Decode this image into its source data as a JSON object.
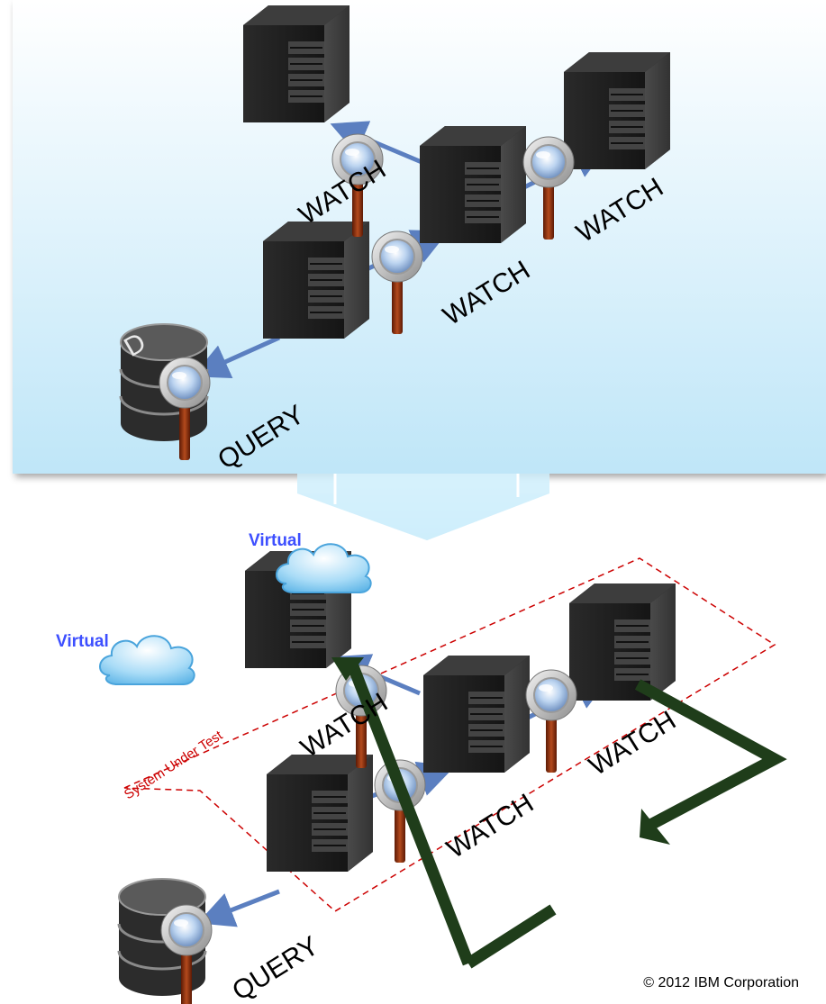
{
  "top_panel": {
    "watch_labels": [
      "WATCH",
      "WATCH",
      "WATCH"
    ],
    "query_label": "QUERY",
    "db_letter": "D"
  },
  "bottom_panel": {
    "virtual_label_server": "Virtual",
    "virtual_label_db": "Virtual",
    "system_under_test_label": "System Under Test",
    "watch_labels": [
      "WATCH",
      "WATCH",
      "WATCH"
    ],
    "query_label": "QUERY"
  },
  "footer": {
    "copyright": "© 2012 IBM Corporation"
  },
  "colors": {
    "panel_top": "#ffffff",
    "panel_bottom": "#bfe6f8",
    "server_dark": "#1c1c1c",
    "arrow_blue": "#5b7fc0",
    "magnifier_handle": "#8b2e0e",
    "dashed_boundary": "#cc0000",
    "green_arrow": "#1f3d1a",
    "virtual_text": "#3d4fff"
  }
}
